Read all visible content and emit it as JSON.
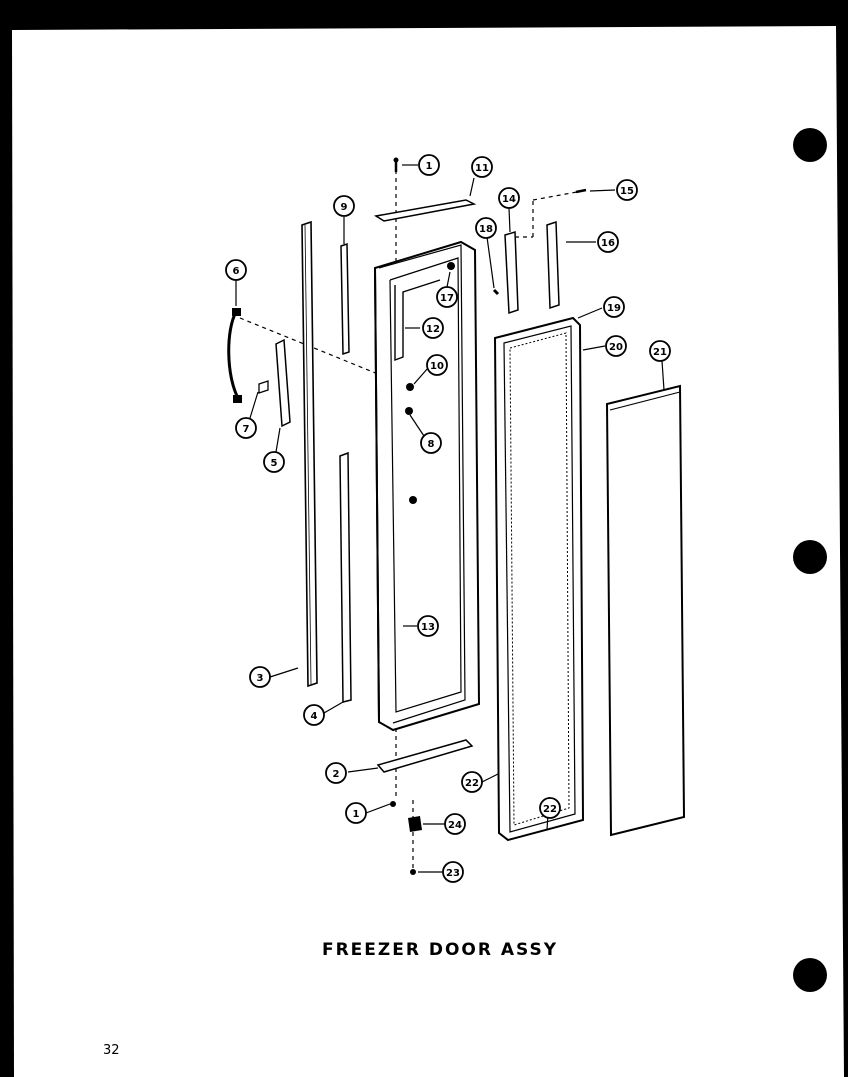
{
  "document": {
    "title": "FREEZER DOOR ASSY",
    "page_number": "32"
  },
  "callouts": [
    "1",
    "11",
    "9",
    "18",
    "14",
    "15",
    "16",
    "17",
    "6",
    "12",
    "10",
    "8",
    "7",
    "5",
    "19",
    "20",
    "21",
    "3",
    "4",
    "13",
    "2",
    "24",
    "23",
    "22"
  ],
  "colors": {
    "ink": "#000000",
    "paper": "#ffffff"
  }
}
